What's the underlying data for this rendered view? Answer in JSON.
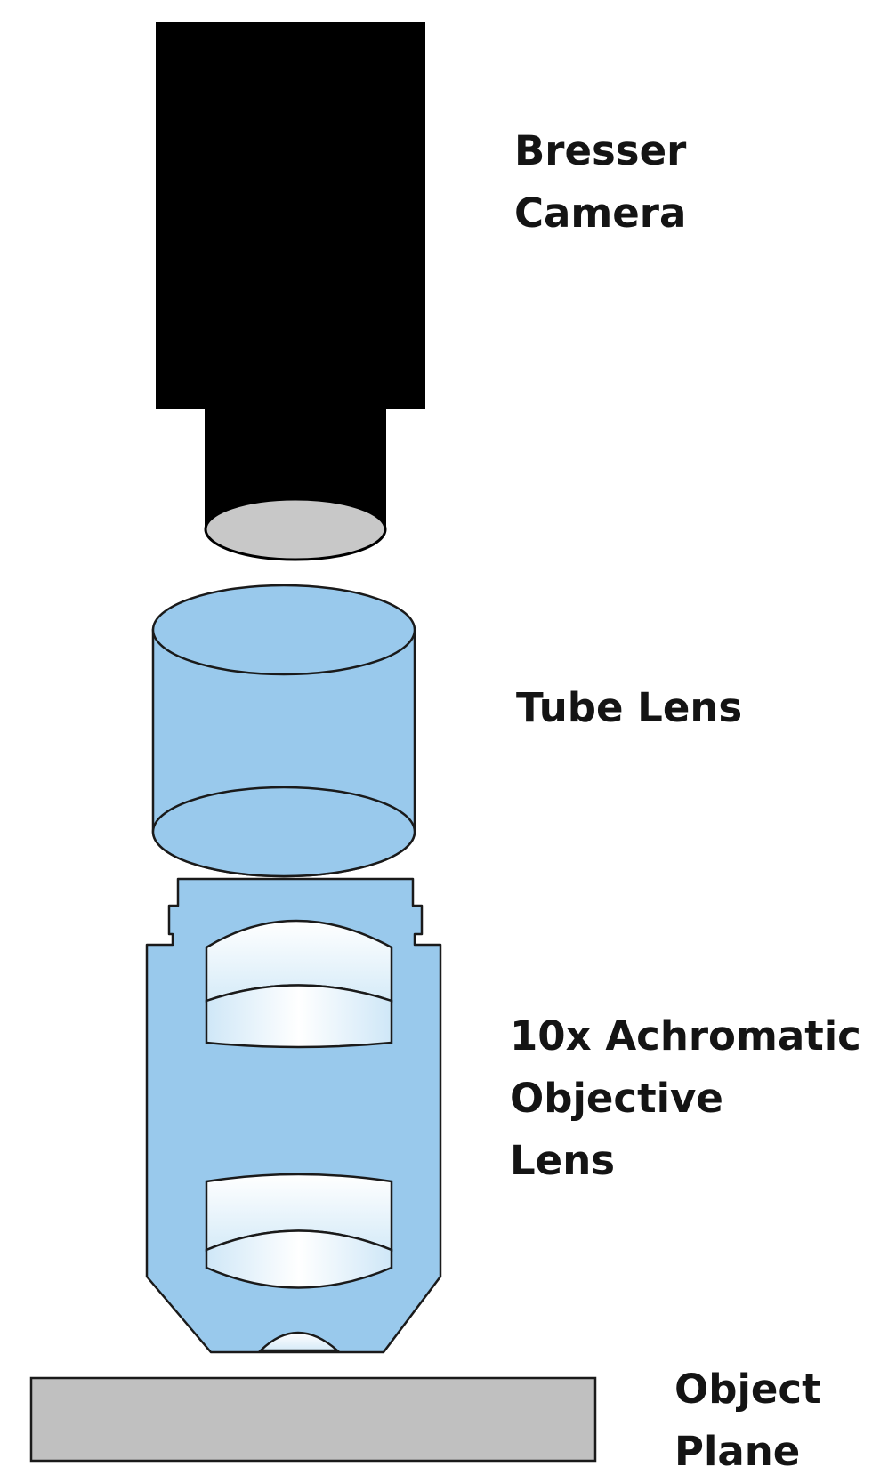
{
  "labels": {
    "camera": [
      "Bresser",
      "Camera"
    ],
    "tube_lens": [
      "Tube Lens"
    ],
    "objective": [
      "10x Achromatic",
      "Objective",
      "Lens"
    ],
    "object_plane": [
      "Object",
      "Plane"
    ]
  },
  "colors": {
    "camera_body": "#000000",
    "camera_aperture": "#c8c8c8",
    "lens_blue": "#99c9ec",
    "lens_glass_light": "#ffffff",
    "lens_glass_edge": "#cfe7f7",
    "object_plane": "#c0c0c0",
    "outline": "#1a1a1a",
    "label_text": "#141414"
  }
}
